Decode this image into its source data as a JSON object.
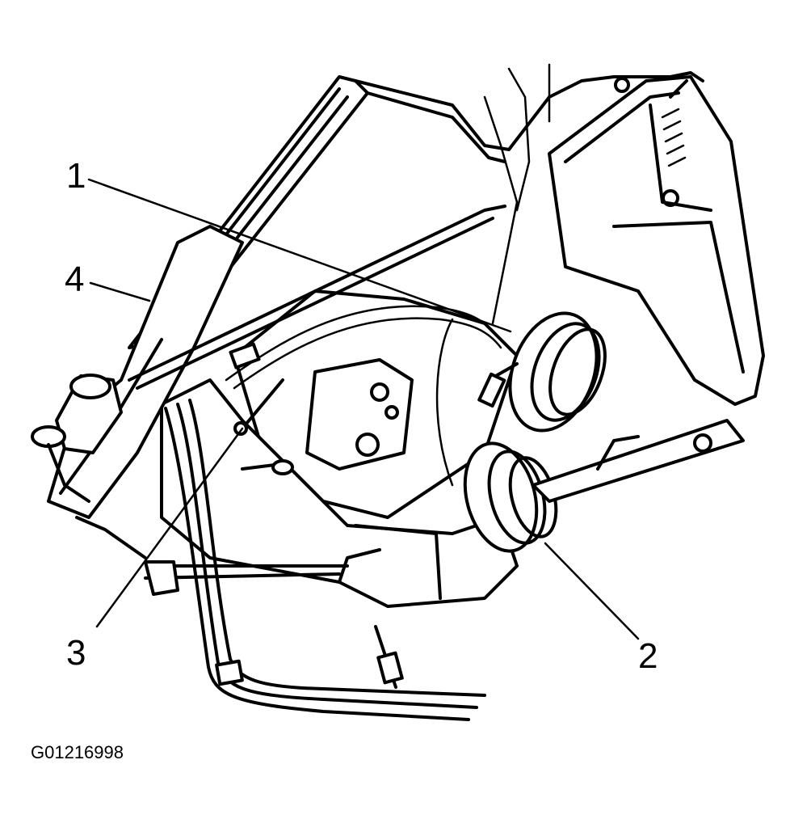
{
  "figure": {
    "callouts": [
      {
        "id": "1",
        "label": "1"
      },
      {
        "id": "2",
        "label": "2"
      },
      {
        "id": "3",
        "label": "3"
      },
      {
        "id": "4",
        "label": "4"
      }
    ],
    "figure_code": "G01216998"
  }
}
